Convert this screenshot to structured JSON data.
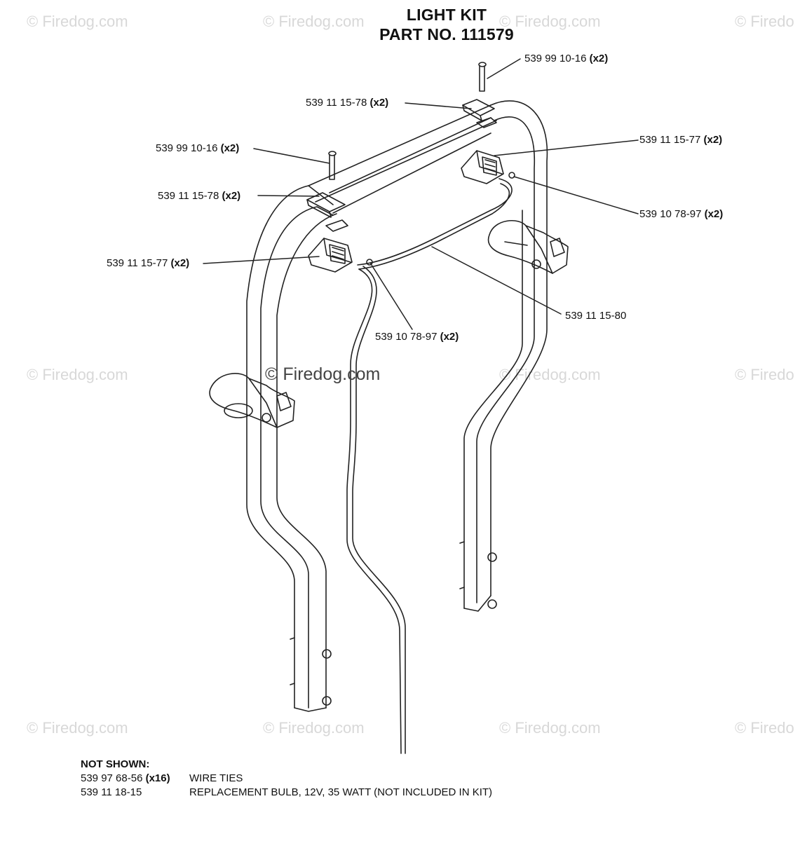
{
  "title": {
    "line1": "LIGHT KIT",
    "line2": "PART NO. 111579"
  },
  "callouts": [
    {
      "part": "539 99 10-16",
      "qty": "(x2)"
    },
    {
      "part": "539 11 15-78",
      "qty": "(x2)"
    },
    {
      "part": "539 11 15-77",
      "qty": "(x2)"
    },
    {
      "part": "539 99 10-16",
      "qty": "(x2)"
    },
    {
      "part": "539 11 15-78",
      "qty": "(x2)"
    },
    {
      "part": "539 10 78-97",
      "qty": "(x2)"
    },
    {
      "part": "539 11 15-77",
      "qty": "(x2)"
    },
    {
      "part": "539 11 15-80",
      "qty": ""
    },
    {
      "part": "539 10 78-97",
      "qty": "(x2)"
    }
  ],
  "not_shown": {
    "heading": "NOT SHOWN:",
    "items": [
      {
        "part": "539 97 68-56",
        "qty": "(x16)",
        "description": "WIRE TIES"
      },
      {
        "part": "539 11 18-15",
        "qty": "",
        "description": "REPLACEMENT BULB, 12V, 35 WATT (NOT INCLUDED IN KIT)"
      }
    ]
  },
  "watermark": {
    "text": "© Firedog.com",
    "text_cut": "© Firedo",
    "center": "© Firedog.com"
  }
}
